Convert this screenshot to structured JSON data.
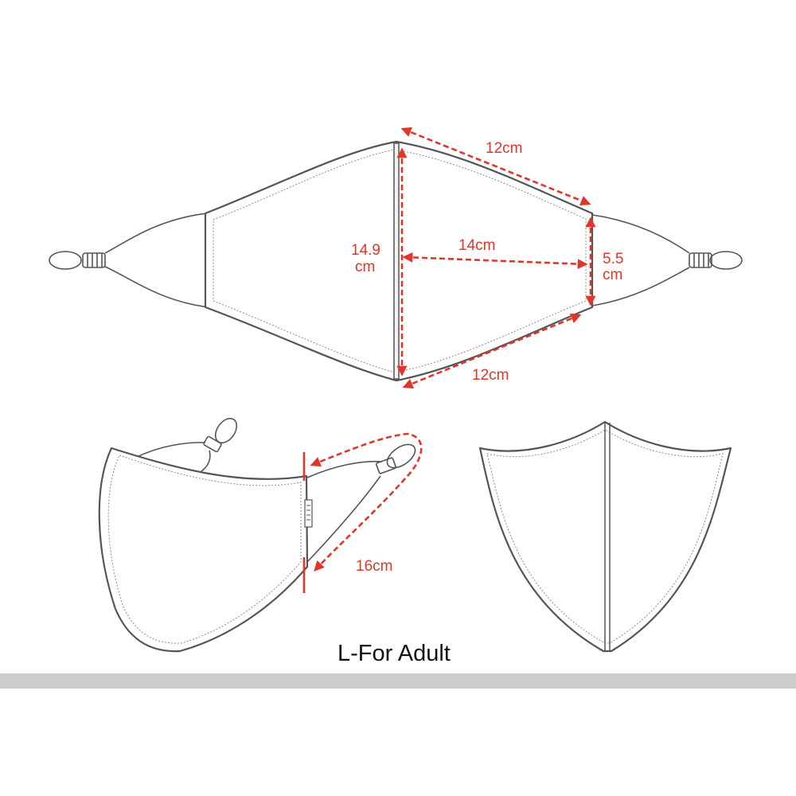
{
  "colors": {
    "dimension": "#e0352b",
    "outline": "#555555",
    "caption": "#111111",
    "footer_bar": "#cccccc"
  },
  "dimensions": {
    "top_edge": "12cm",
    "center_height_value": "14.9",
    "center_height_unit": "cm",
    "half_width": "14cm",
    "side_height_value": "5.5",
    "side_height_unit": "cm",
    "bottom_edge": "12cm",
    "ear_loop": "16cm"
  },
  "caption": "L-For Adult"
}
